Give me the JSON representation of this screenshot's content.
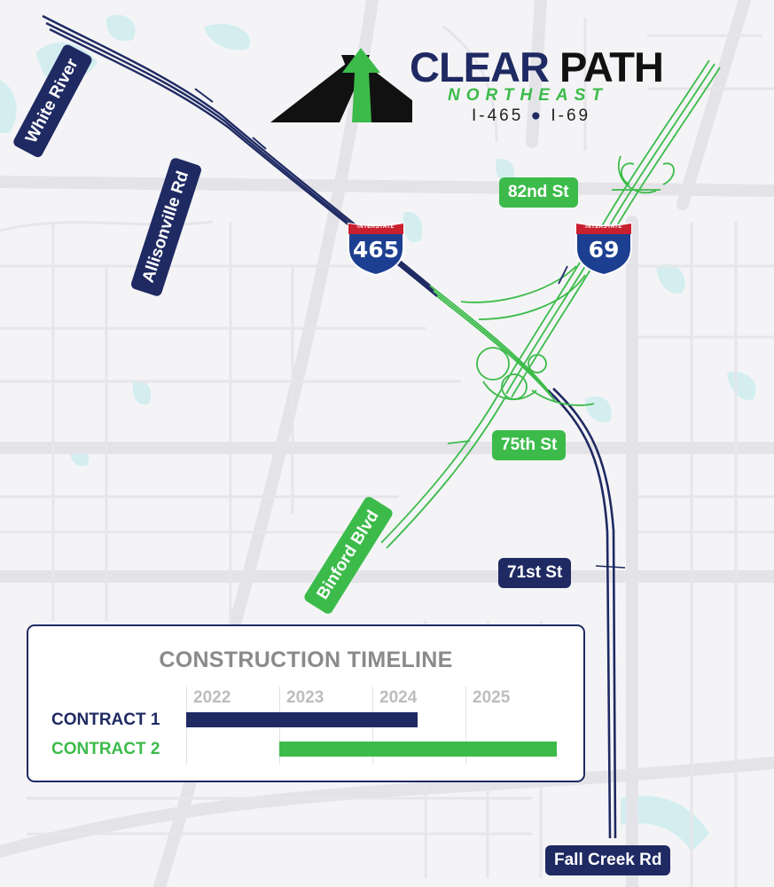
{
  "logo": {
    "title_part1": "CLEAR",
    "title_part2": "PATH",
    "subtitle": "NORTHEAST",
    "routes_left": "I-465",
    "routes_right": "I-69"
  },
  "shields": {
    "i465": {
      "top_text": "INTERSTATE",
      "number": "465"
    },
    "i69": {
      "top_text": "INTERSTATE",
      "number": "69"
    }
  },
  "road_labels": {
    "white_river": "White River",
    "allisonville": "Allisonville Rd",
    "binford": "Binford Blvd",
    "st82": "82nd St",
    "st75": "75th St",
    "st71": "71st St",
    "fall_creek": "Fall Creek Rd"
  },
  "colors": {
    "navy": "#1f2a63",
    "green": "#3cbb4a",
    "shield_blue": "#1d3f91",
    "shield_red": "#c8202f",
    "map_background": "#f4f4f6",
    "water": "#d4eef0",
    "minor_roads": "#e3e3e7"
  },
  "timeline": {
    "title": "CONSTRUCTION TIMELINE",
    "years": [
      "2022",
      "2023",
      "2024",
      "2025"
    ],
    "contracts": [
      {
        "label": "CONTRACT 1",
        "start": 2022.0,
        "end": 2024.5,
        "color": "#1f2a63"
      },
      {
        "label": "CONTRACT 2",
        "start": 2023.0,
        "end": 2026.0,
        "color": "#3cbb4a"
      }
    ]
  }
}
